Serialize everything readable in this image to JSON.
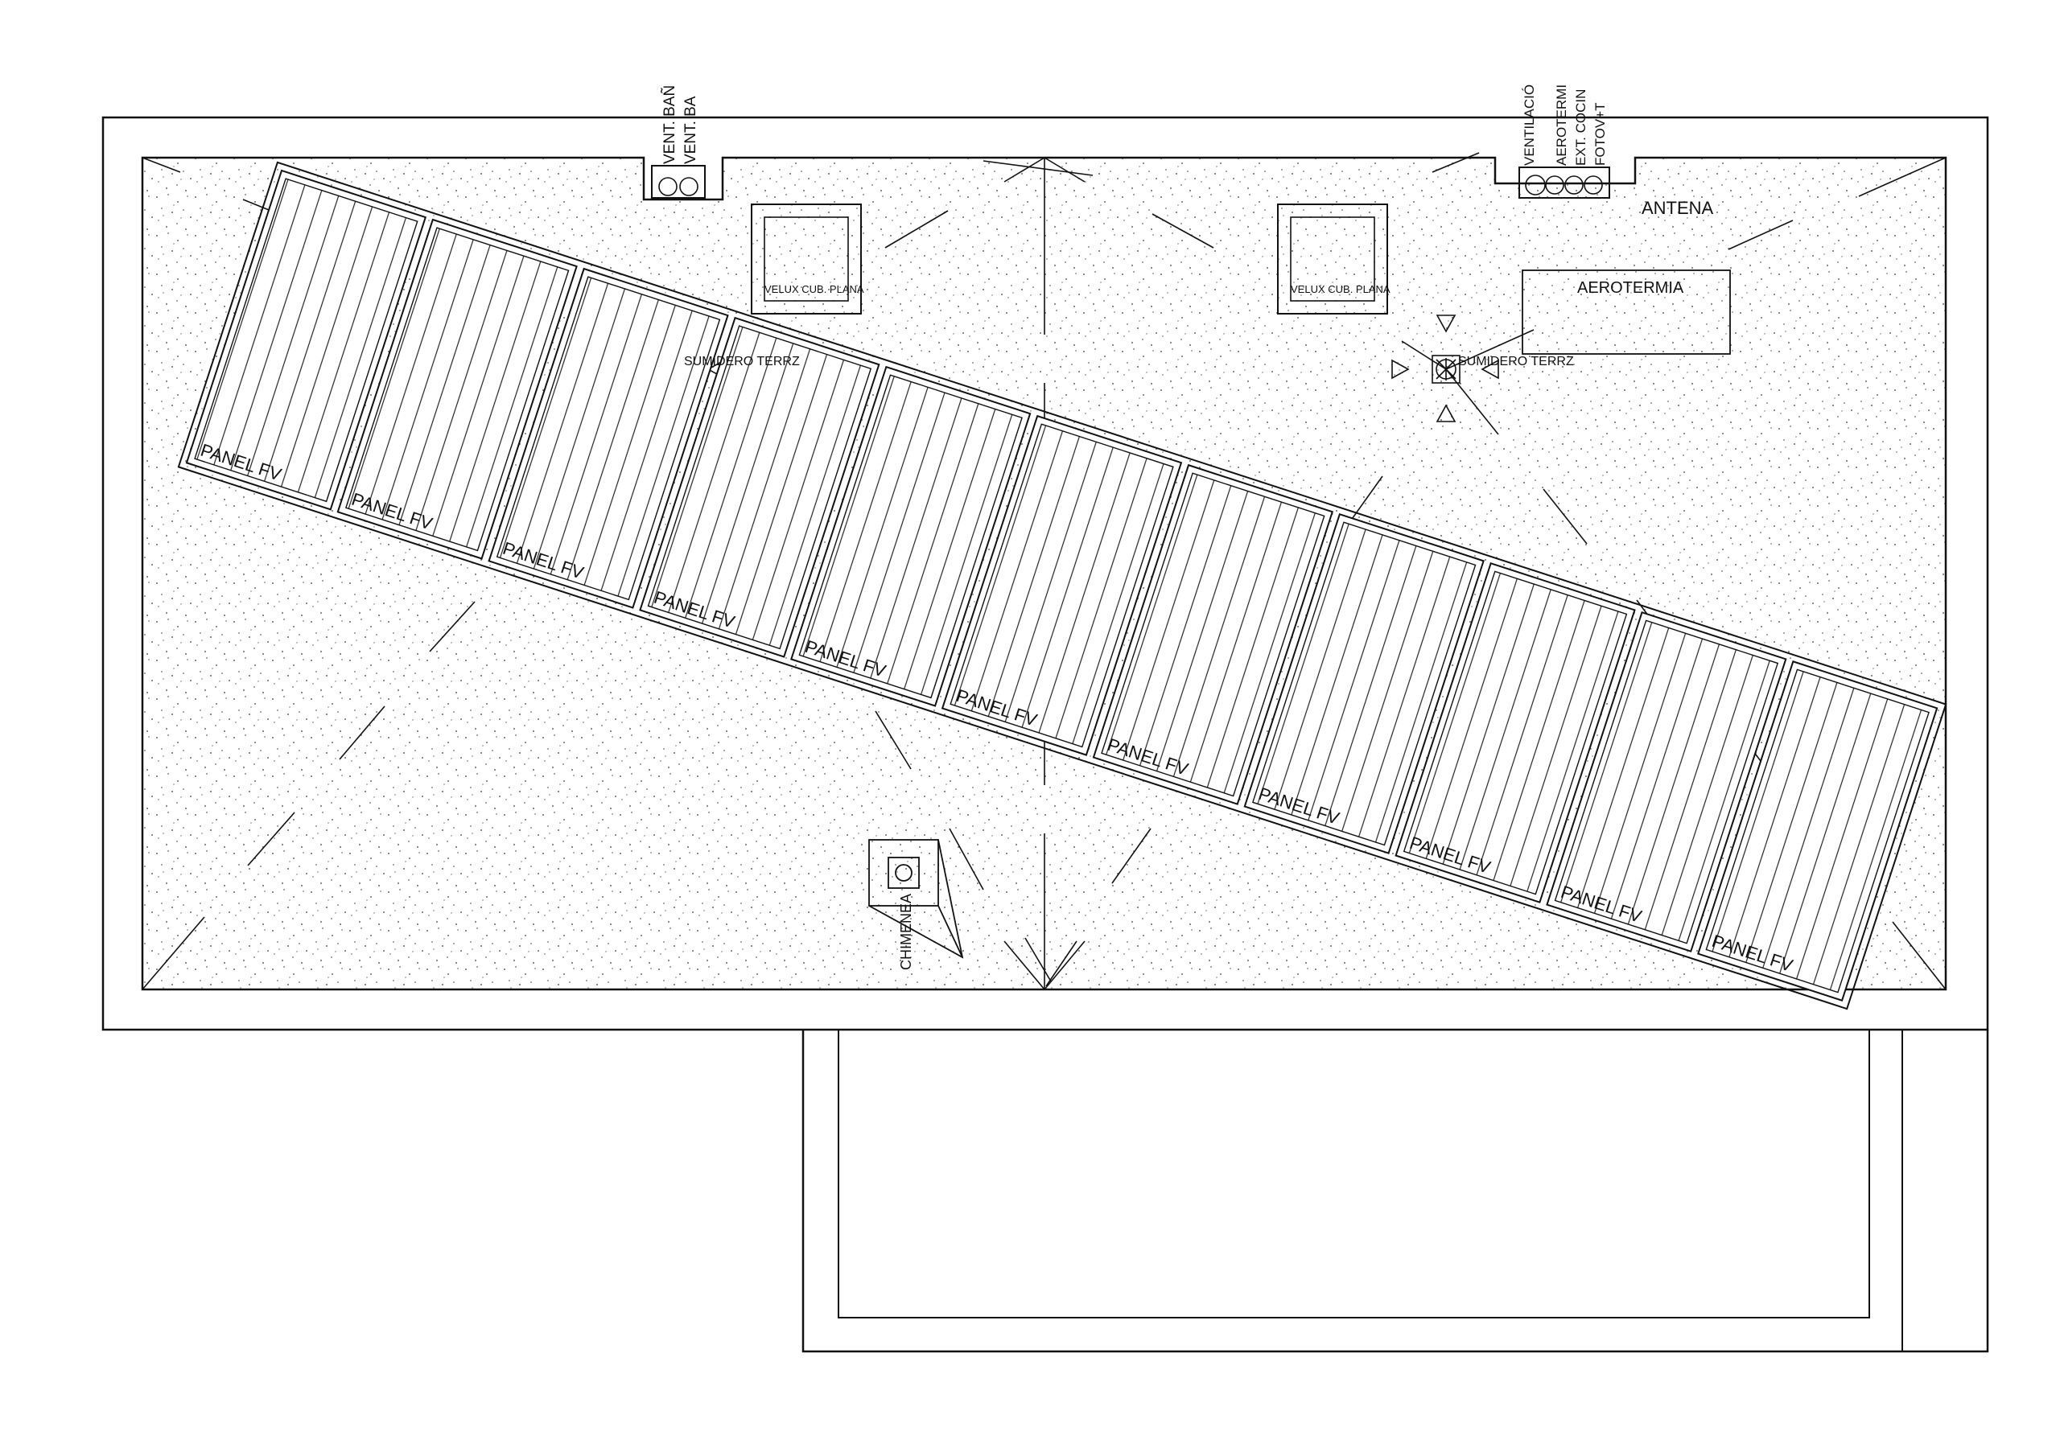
{
  "labels": {
    "vent_bano_1": "VENT. BAÑ",
    "vent_bano_2": "VENT. BA",
    "ventilacion": "VENTILACIÓ",
    "aerotermia_v": "AEROTERMI",
    "ext_cocina": "EXT. COCIN",
    "fotov": "FOTOV+T",
    "antena": "ANTENA",
    "aerotermia": "AEROTERMIA",
    "velux_1": "VELUX CUB. PLANA",
    "velux_2": "VELUX CUB. PLANA",
    "sumidero_1": "SUMIDERO TERRZ",
    "sumidero_2": "SUMIDERO TERRZ",
    "chimenea": "CHIMENEA"
  },
  "panels": [
    {
      "label": "PANEL FV"
    },
    {
      "label": "PANEL FV"
    },
    {
      "label": "PANEL FV"
    },
    {
      "label": "PANEL FV"
    },
    {
      "label": "PANEL FV"
    },
    {
      "label": "PANEL FV"
    },
    {
      "label": "PANEL FV"
    },
    {
      "label": "PANEL FV"
    },
    {
      "label": "PANEL FV"
    },
    {
      "label": "PANEL FV"
    },
    {
      "label": "PANEL FV"
    }
  ],
  "colors": {
    "line": "#111111",
    "background": "#ffffff",
    "stipple": "#555555"
  }
}
